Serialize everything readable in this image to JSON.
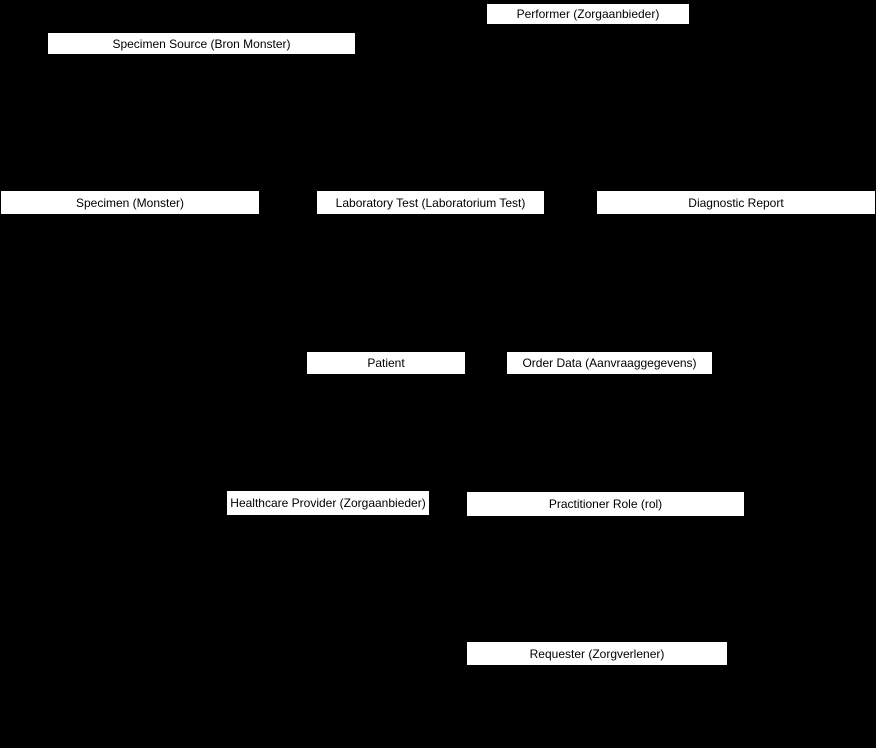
{
  "diagram": {
    "type": "node-graph",
    "background_color": "#000000",
    "node_fill_color": "#ffffff",
    "node_border_color": "#000000",
    "node_text_color": "#000000"
  },
  "nodes": [
    {
      "id": "performer",
      "label": "Performer (Zorgaanbieder)"
    },
    {
      "id": "specimen-source",
      "label": "Specimen Source (Bron Monster)"
    },
    {
      "id": "specimen",
      "label": "Specimen (Monster)"
    },
    {
      "id": "laboratory-test",
      "label": "Laboratory Test (Laboratorium Test)"
    },
    {
      "id": "diagnostic-report",
      "label": "Diagnostic Report"
    },
    {
      "id": "patient",
      "label": "Patient"
    },
    {
      "id": "order-data",
      "label": "Order Data (Aanvraaggegevens)"
    },
    {
      "id": "healthcare-provider",
      "label": "Healthcare Provider (Zorgaanbieder)"
    },
    {
      "id": "practitioner-role",
      "label": "Practitioner Role (rol)"
    },
    {
      "id": "requester",
      "label": "Requester (Zorgverlener)"
    }
  ]
}
